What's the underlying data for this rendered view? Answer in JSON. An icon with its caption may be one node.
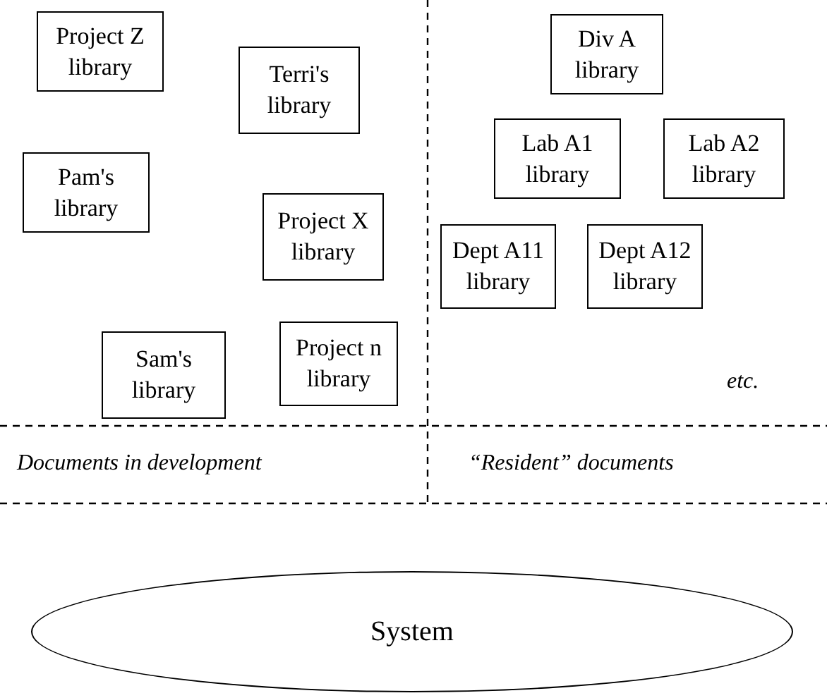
{
  "diagram": {
    "nodes": [
      {
        "text": [
          "Project Z library"
        ]
      },
      {
        "text": [
          "Terri's library"
        ]
      },
      {
        "text": [
          "Div A library"
        ]
      },
      {
        "text": [
          "Pam's library"
        ]
      },
      {
        "text": [
          "Lab A1 library"
        ]
      },
      {
        "text": [
          "Lab A2 library"
        ]
      },
      {
        "text": [
          "Project X library"
        ]
      },
      {
        "text": [
          "Dept A11 library"
        ]
      },
      {
        "text": [
          "Dept A12 library"
        ]
      },
      {
        "text": [
          "Project n library"
        ]
      },
      {
        "text": [
          "Sam's library"
        ]
      },
      {
        "text": [
          "System"
        ]
      }
    ],
    "labels": [
      "etc.",
      "Documents in development",
      "“Resident” documents"
    ]
  }
}
